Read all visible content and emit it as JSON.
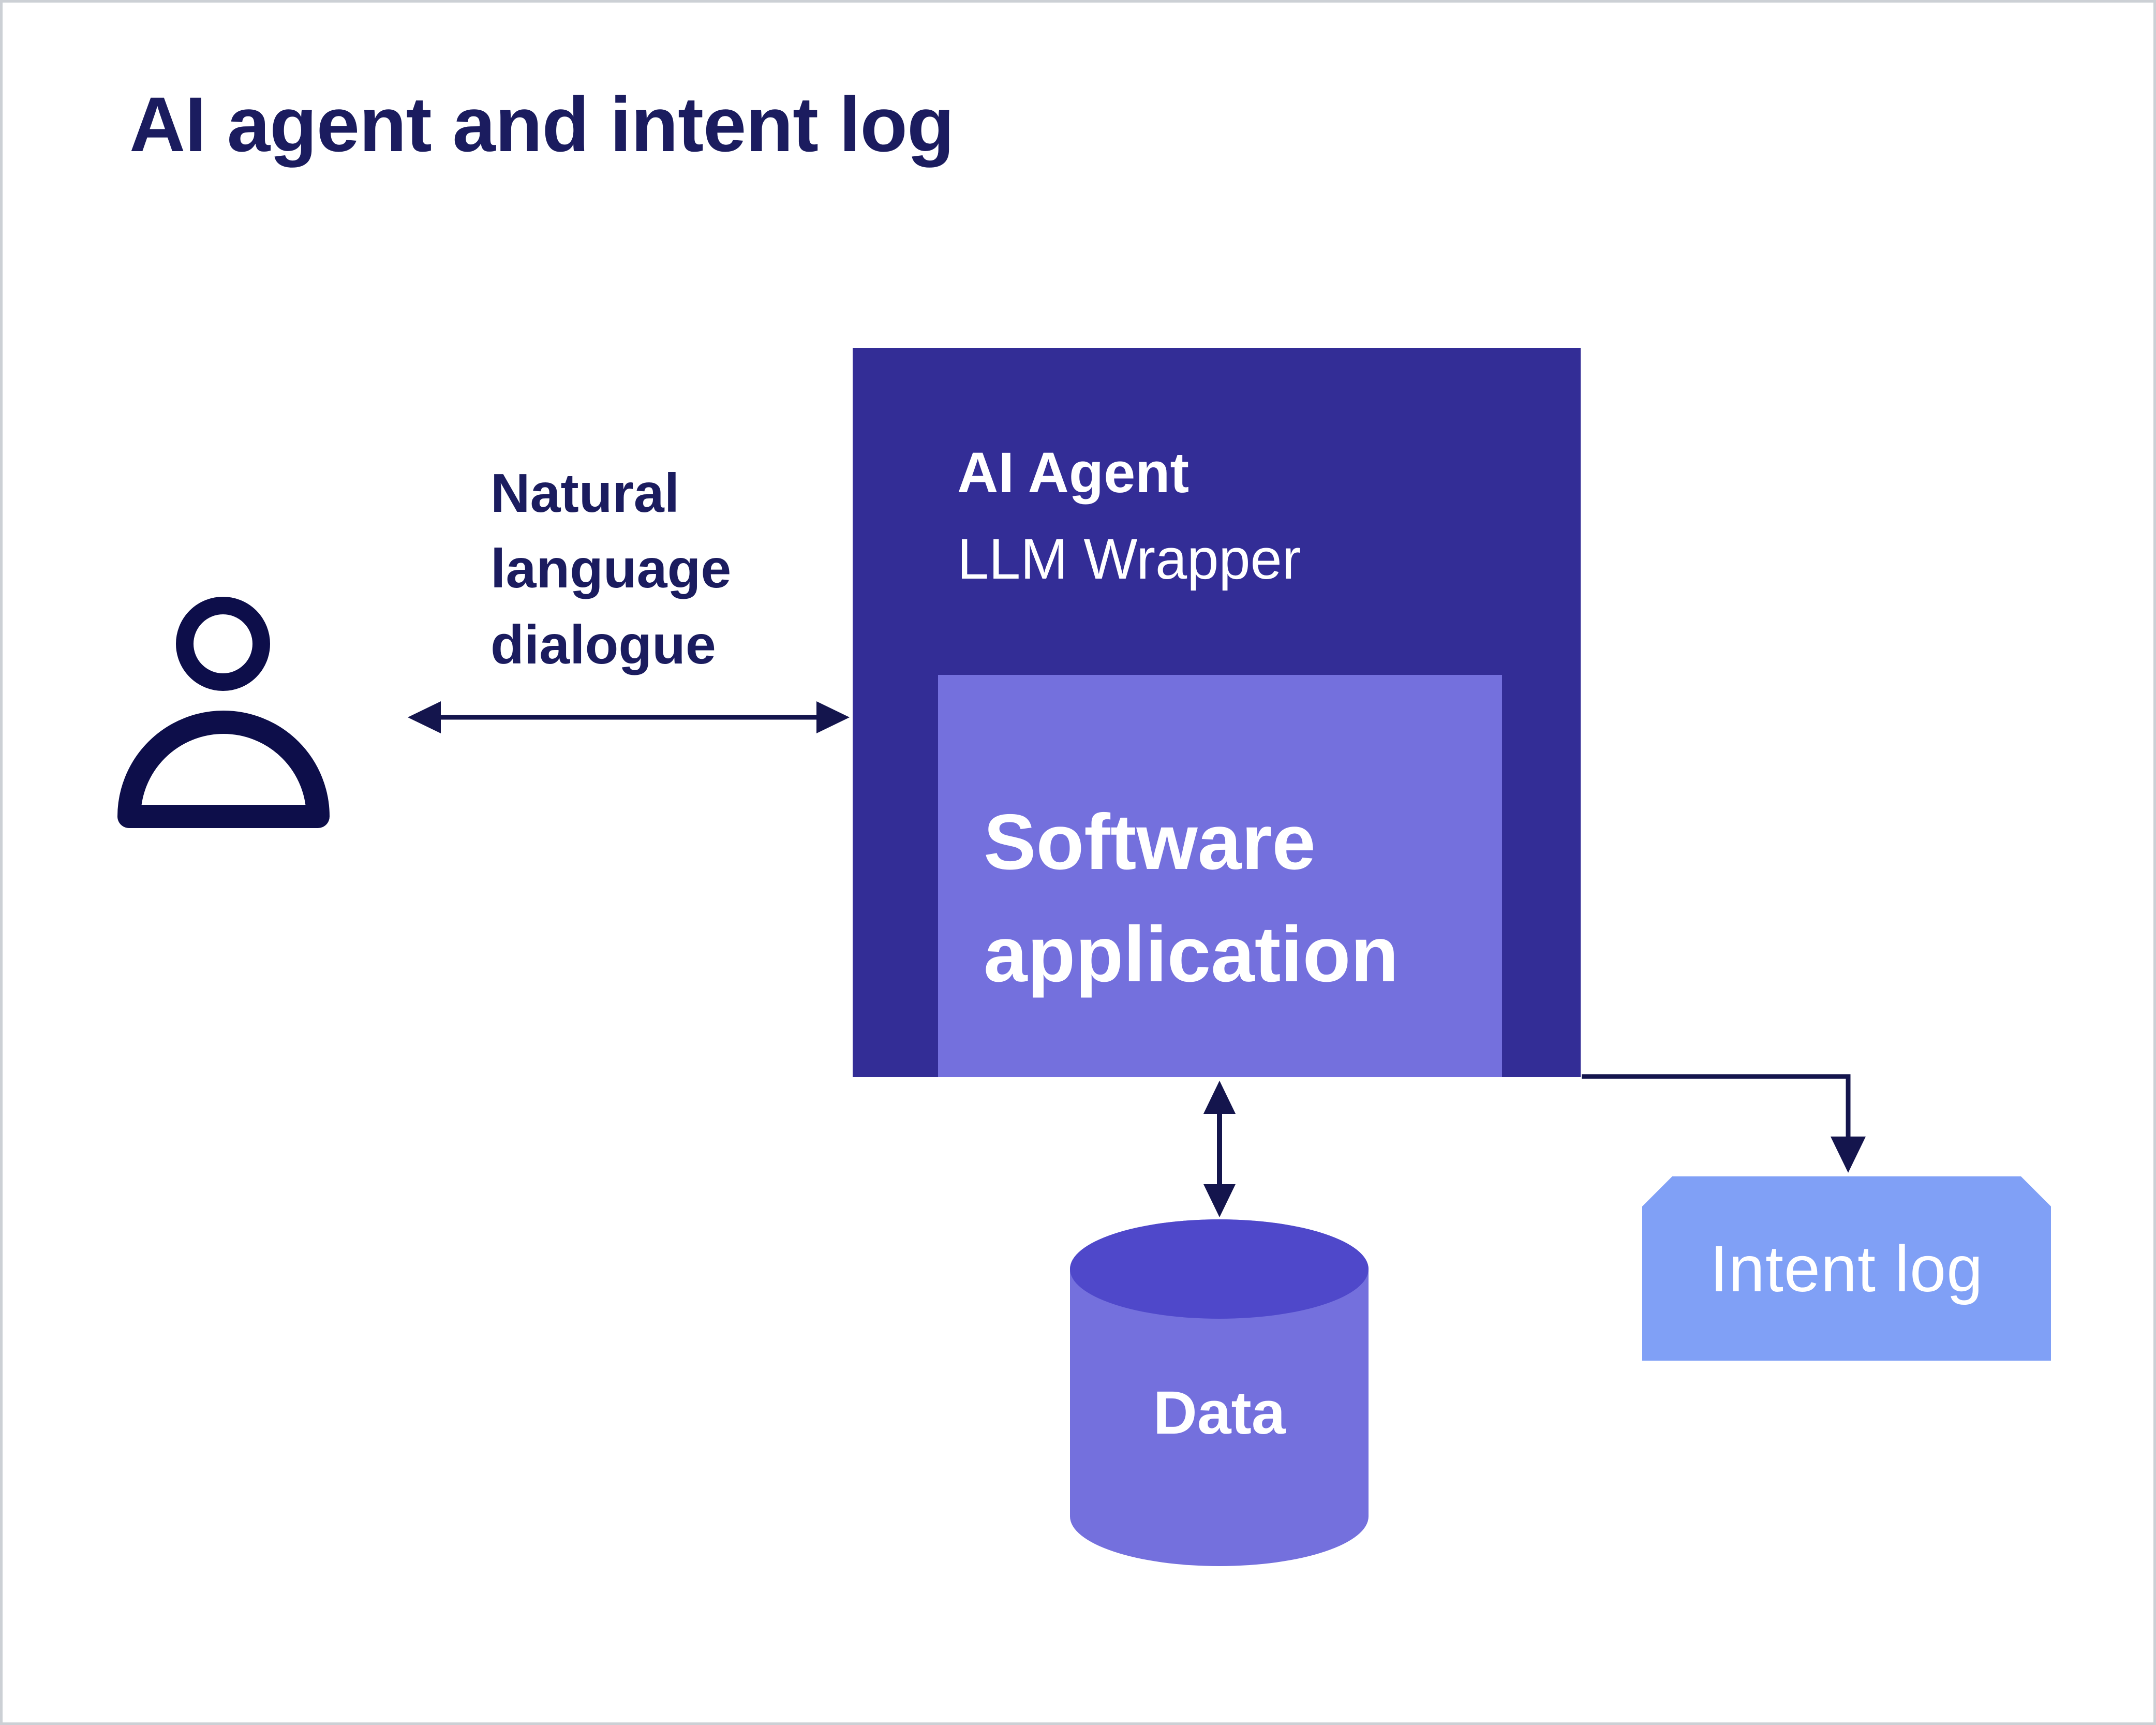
{
  "title": "AI agent and intent log",
  "labels": {
    "dialogue_lines": [
      "Natural",
      "language",
      "dialogue"
    ],
    "dialogue_full": "Natural language dialogue"
  },
  "boxes": {
    "agent": {
      "title": "AI Agent",
      "subtitle": "LLM Wrapper",
      "fill": "#332d96",
      "text_color": "#ffffff"
    },
    "software": {
      "lines": [
        "Software",
        "application"
      ],
      "full": "Software application",
      "fill": "#7470dd",
      "text_color": "#ffffff"
    },
    "data": {
      "label": "Data",
      "shape": "cylinder",
      "fill": "#7470dd",
      "top_fill": "#4f48ca",
      "text_color": "#ffffff"
    },
    "intent_log": {
      "label": "Intent log",
      "fill": "#80a0f6",
      "text_color": "#ffffff",
      "shape": "chamfered-rectangle"
    }
  },
  "actors": {
    "user": {
      "icon": "person-icon",
      "color": "#0d0e4a"
    }
  },
  "connectors": [
    {
      "from": "user",
      "to": "agent-box",
      "type": "double-arrow",
      "orientation": "horizontal",
      "label": "Natural language dialogue"
    },
    {
      "from": "software-application",
      "to": "data",
      "type": "double-arrow",
      "orientation": "vertical",
      "label": ""
    },
    {
      "from": "agent-box",
      "to": "intent-log",
      "type": "arrow-elbow",
      "orientation": "right-then-down",
      "label": ""
    }
  ],
  "colors": {
    "navy_text": "#1b1c5f",
    "arrow": "#14154d",
    "icon": "#0d0e4a",
    "agent_fill": "#332d96",
    "software_fill": "#7470dd",
    "cylinder_top": "#4f48ca",
    "intent_fill": "#80a0f6",
    "background": "#ffffff",
    "frame_border": "#ccd0d5"
  }
}
